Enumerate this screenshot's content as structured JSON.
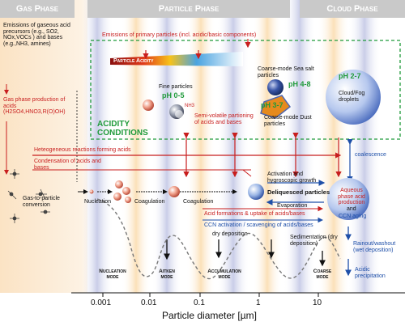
{
  "headers": {
    "gas": "Gas Phase",
    "particle": "Particle Phase",
    "cloud": "Cloud Phase"
  },
  "gas_phase": {
    "emissions_gaseous": "Emissions of gaseous acid precursors (e.g., SO2, NOx,VOCs ) and bases (e.g.,NH3, amines)",
    "gas_phase_production": "Gas phase production of acids (H2SO4,HNO3,R(O)OH)",
    "gas_to_particle": "Gas-to-particle conversion"
  },
  "top": {
    "emissions_primary": "Emissions of primary particles (incl. acidic/basic components)",
    "particle_acidity": "Particle Acidity",
    "acidity_conditions": "ACIDITY CONDITIONS"
  },
  "particles": {
    "fine_label": "Fine particles",
    "fine_ph": "pH 0-5",
    "nh3": "NH3",
    "semi_volatile": "Semi-volatile partioning of acids and bases",
    "sea_salt_label": "Coarse-mode Sea salt particles",
    "sea_salt_ph": "pH 4-8",
    "dust_ph": "pH 3-7",
    "dust_label": "Coarse-mode Dust particles",
    "cloud_ph": "pH 2-7",
    "cloud_label": "Cloud/Fog droplets"
  },
  "processes": {
    "heterogeneous": "Heteogeneous reactions forming acids",
    "condensation": "Condensation of acids and bases",
    "coalescence": "coalescence",
    "nucleation": "Nucleation",
    "coagulation1": "Coagulation",
    "coagulation2": "Coagulation",
    "activation": "Activation and hygroscopic growth",
    "deliquesced": "Deliquesced particles",
    "evaporation": "Evaporation",
    "acid_formation": "Acid formations & uptake of acids/bases",
    "ccn_activation": "CCN activation / scavenging of acids/bases",
    "aqueous": "Aqueous phase acid production",
    "aqueous_and": "and",
    "ccn_aging": "CCN aging",
    "dry_deposition": "dry deposition",
    "sedimentation": "Sedimentation (dry deposition)",
    "rainout": "Rainout/washout (wet deposition)",
    "acidic_precip": "Acidic precipitation"
  },
  "modes": {
    "nucleation": "Nucleation mode",
    "aitken": "Aitken mode",
    "accumulation": "Accumulation mode",
    "coarse": "Coarse mode"
  },
  "axis": {
    "ticks": [
      "0.001",
      "0.01",
      "0.1",
      "1",
      "10"
    ],
    "label": "Particle diameter [µm]"
  },
  "colors": {
    "red": "#c81e1e",
    "blue": "#1e4fa8",
    "green": "#1f9a3a",
    "header_gray": "#c9c9c9"
  }
}
